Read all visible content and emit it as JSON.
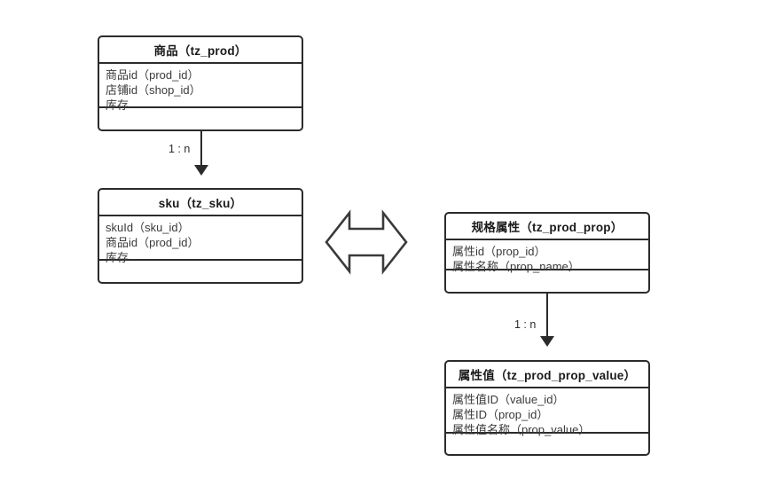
{
  "diagram": {
    "type": "er-diagram",
    "background": "#ffffff",
    "stroke_color": "#2b2b2b",
    "title_color": "#1a1a1a",
    "field_color": "#3a3a3a",
    "entities": [
      {
        "id": "prod",
        "title": "商品（tz_prod）",
        "fields": [
          "商品id（prod_id）",
          "店铺id（shop_id）",
          "库存"
        ]
      },
      {
        "id": "sku",
        "title": "sku（tz_sku）",
        "fields": [
          "skuId（sku_id）",
          "商品id（prod_id）",
          "库存"
        ]
      },
      {
        "id": "prop",
        "title": "规格属性（tz_prod_prop）",
        "fields": [
          "属性id（prop_id）",
          "属性名称（prop_name）"
        ]
      },
      {
        "id": "prop_value",
        "title": "属性值（tz_prod_prop_value）",
        "fields": [
          "属性值ID（value_id）",
          "属性ID（prop_id）",
          "属性值名称（prop_value）"
        ]
      }
    ],
    "connectors": [
      {
        "id": "prod-sku",
        "from": "prod",
        "to": "sku",
        "label": "1 : n",
        "arrowhead": "solid-triangle-down"
      },
      {
        "id": "prop-prop_value",
        "from": "prop",
        "to": "prop_value",
        "label": "1 : n",
        "arrowhead": "solid-triangle-down"
      }
    ],
    "double_arrow": {
      "icon": "double-headed-arrow-icon",
      "direction": "left-right",
      "fill": "#ffffff",
      "stroke": "#3a3a3a"
    }
  }
}
